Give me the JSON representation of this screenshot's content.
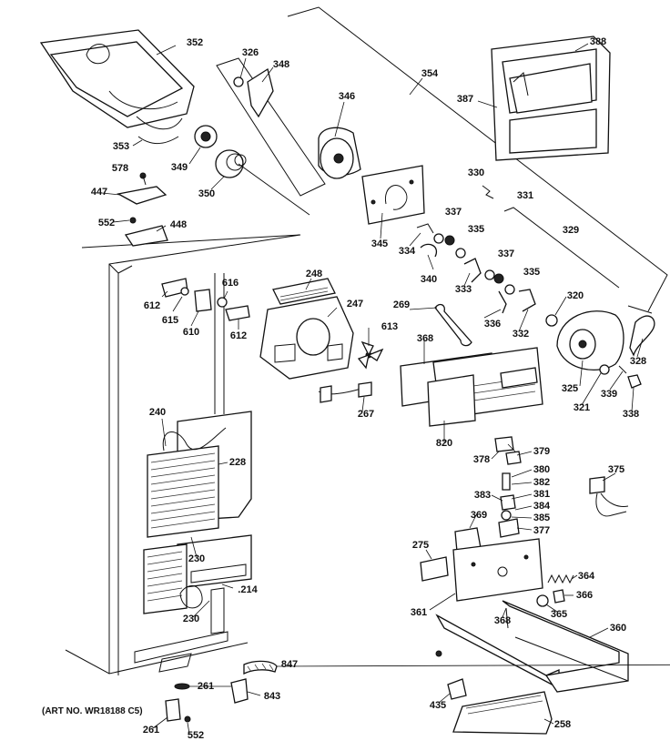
{
  "art_number": "(ART NO. WR18188 C5)",
  "labels": {
    "l352": "352",
    "l326": "326",
    "l348": "348",
    "l346": "346",
    "l354": "354",
    "l388": "388",
    "l387": "387",
    "l353": "353",
    "l349": "349",
    "l350": "350",
    "l578": "578",
    "l447": "447",
    "l552a": "552",
    "l448": "448",
    "l345": "345",
    "l330": "330",
    "l331": "331",
    "l337a": "337",
    "l335a": "335",
    "l329": "329",
    "l334": "334",
    "l340": "340",
    "l333": "333",
    "l337b": "337",
    "l335b": "335",
    "l336": "336",
    "l332": "332",
    "l320": "320",
    "l248": "248",
    "l247": "247",
    "l616": "616",
    "l612a": "612",
    "l615": "615",
    "l610": "610",
    "l612b": "612",
    "l613": "613",
    "l269": "269",
    "l368a": "368",
    "l328": "328",
    "l325": "325",
    "l339": "339",
    "l321": "321",
    "l338": "338",
    "l267": "267",
    "l820": "820",
    "l240": "240",
    "l228": "228",
    "l378": "378",
    "l379": "379",
    "l380": "380",
    "l382": "382",
    "l375": "375",
    "l381": "381",
    "l383": "383",
    "l384": "384",
    "l385": "385",
    "l369": "369",
    "l377": "377",
    "l275": "275",
    "l230a": "230",
    "l214": ".214",
    "l364": "364",
    "l230b": "230",
    "l366": "366",
    "l361": "361",
    "l368b": "368",
    "l365": "365",
    "l360": "360",
    "l847": "847",
    "l261a": "261",
    "l843": "843",
    "l435": "435",
    "l258": "258",
    "l261b": "261",
    "l552b": "552"
  }
}
